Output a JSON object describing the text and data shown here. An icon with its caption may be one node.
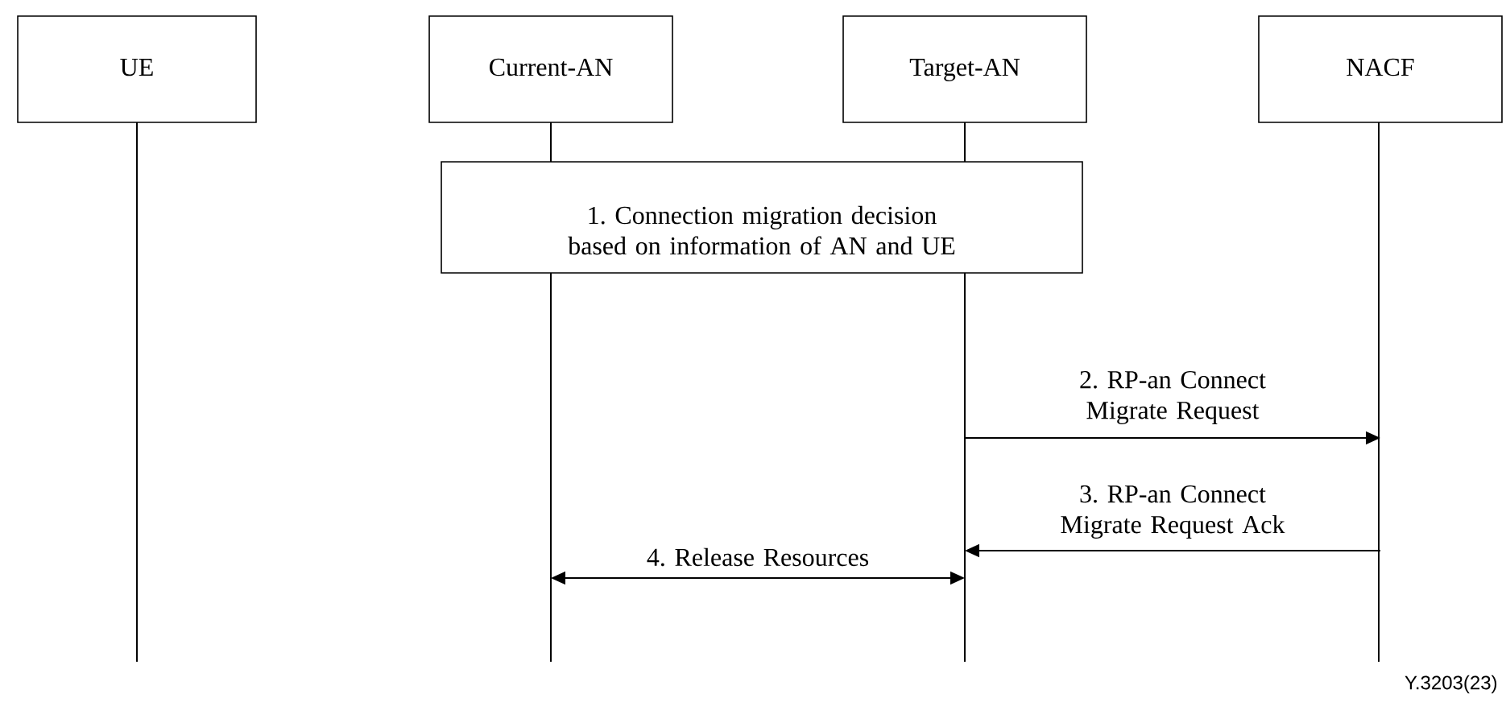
{
  "diagram": {
    "nodes": [
      {
        "text": [
          "UE"
        ]
      },
      {
        "text": [
          "Current-AN"
        ]
      },
      {
        "text": [
          "Target-AN"
        ]
      },
      {
        "text": [
          "NACF"
        ]
      },
      {
        "text": [
          "1. Connection migration decision based on information of AN and UE"
        ]
      }
    ],
    "edges": [
      {
        "from": 2,
        "to": 3,
        "arrow": "to",
        "label": "2. RP-an Connect Migrate Request"
      },
      {
        "from": 3,
        "to": 2,
        "arrow": "to",
        "label": "3. RP-an Connect Migrate Request Ack"
      },
      {
        "from": 1,
        "to": 2,
        "arrow": "both",
        "label": "4. Release Resources"
      }
    ],
    "labels": [
      "Y.3203(23)"
    ]
  }
}
